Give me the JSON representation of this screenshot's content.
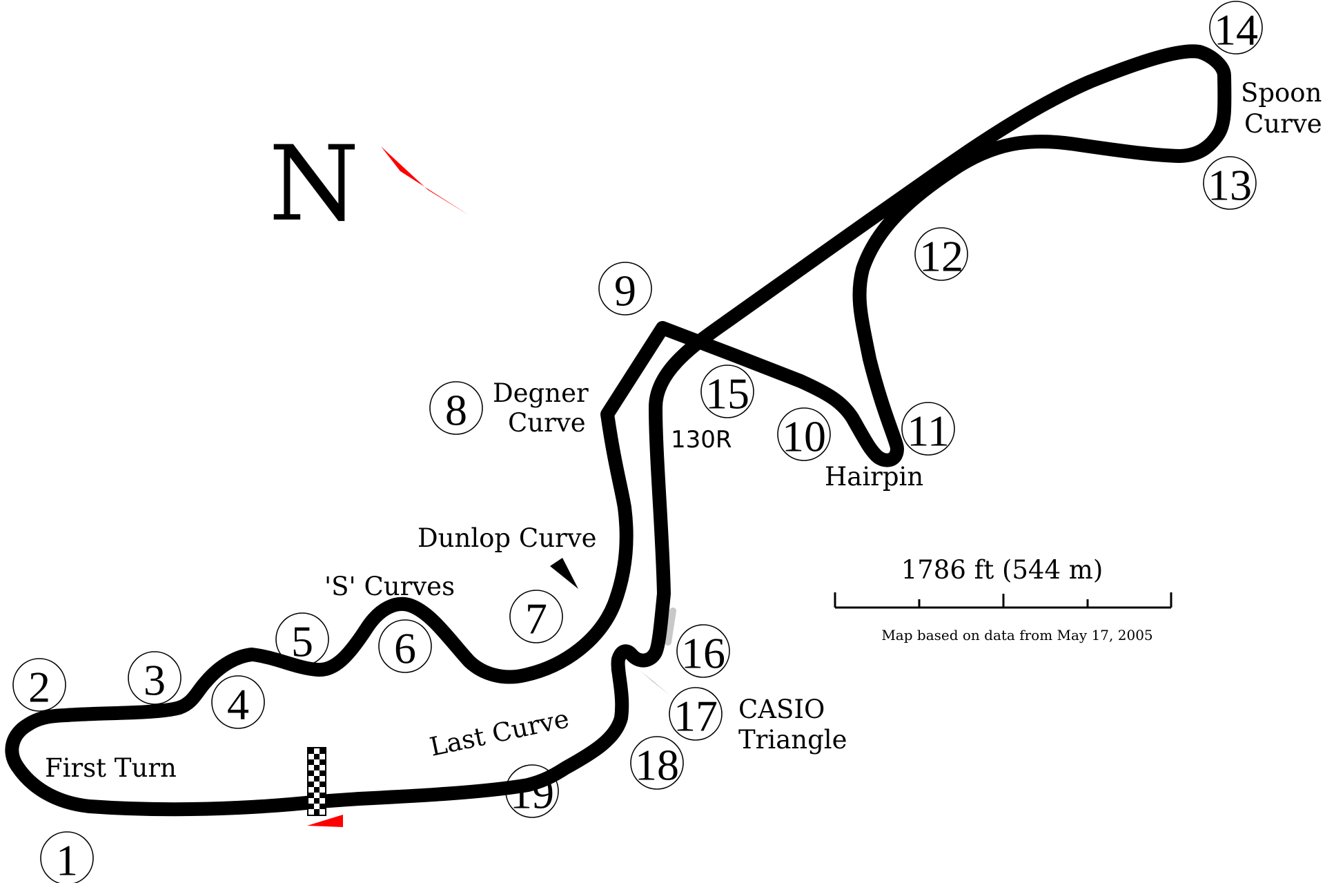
{
  "north_marker": {
    "letter": "N",
    "arrow_color": "#ff0000"
  },
  "track": {
    "color": "#000000"
  },
  "turns": [
    {
      "number": "1"
    },
    {
      "number": "2"
    },
    {
      "number": "3"
    },
    {
      "number": "4"
    },
    {
      "number": "5"
    },
    {
      "number": "6"
    },
    {
      "number": "7"
    },
    {
      "number": "8"
    },
    {
      "number": "9"
    },
    {
      "number": "10"
    },
    {
      "number": "11"
    },
    {
      "number": "12"
    },
    {
      "number": "13"
    },
    {
      "number": "14"
    },
    {
      "number": "15"
    },
    {
      "number": "16"
    },
    {
      "number": "17"
    },
    {
      "number": "18"
    },
    {
      "number": "19"
    }
  ],
  "corner_names": {
    "first_turn": "First Turn",
    "s_curves": "'S' Curves",
    "dunlop_curve": "Dunlop Curve",
    "degner_line1": "Degner",
    "degner_line2": "Curve",
    "hairpin": "Hairpin",
    "spoon_line1": "Spoon",
    "spoon_line2": "Curve",
    "r130": "130R",
    "casio_line1": "CASIO",
    "casio_line2": "Triangle",
    "last_curve": "Last Curve"
  },
  "scale": {
    "label": "1786 ft (544 m)",
    "note": "Map based on data from May 17, 2005"
  }
}
